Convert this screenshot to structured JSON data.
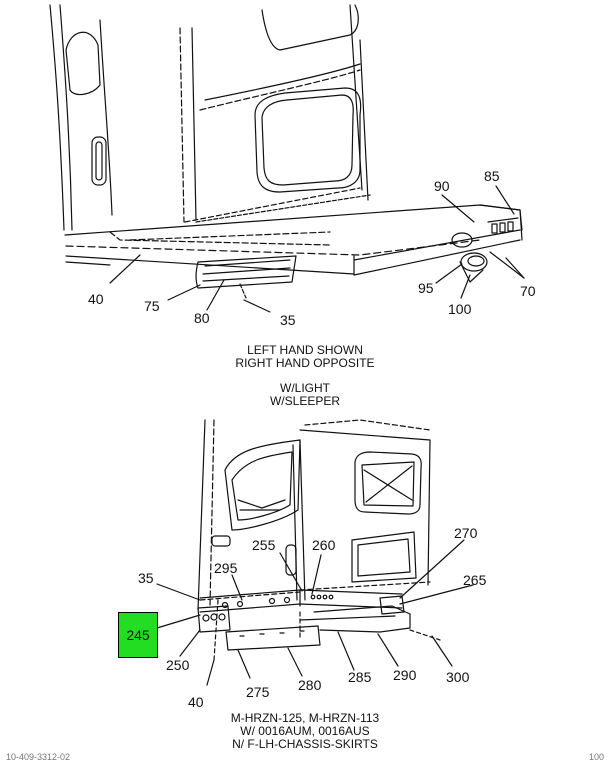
{
  "top_view": {
    "caption_line1": "LEFT HAND SHOWN",
    "caption_line2": "RIGHT HAND OPPOSITE",
    "caption_line3": "W/LIGHT",
    "caption_line4": "W/SLEEPER",
    "callouts": [
      "90",
      "85",
      "40",
      "75",
      "80",
      "35",
      "95",
      "100",
      "70"
    ]
  },
  "bottom_view": {
    "caption_line1": "M-HRZN-125, M-HRZN-113",
    "caption_line2": "W/ 0016AUM, 0016AUS",
    "caption_line3": "N/ F-LH-CHASSIS-SKIRTS",
    "callouts": [
      "35",
      "295",
      "255",
      "260",
      "270",
      "265",
      "250",
      "40",
      "275",
      "280",
      "285",
      "290",
      "300"
    ],
    "highlighted_part": "245",
    "highlight_color": "#22dd22"
  },
  "footer": {
    "left_text": "10-409-3312-02",
    "right_text": "100"
  }
}
